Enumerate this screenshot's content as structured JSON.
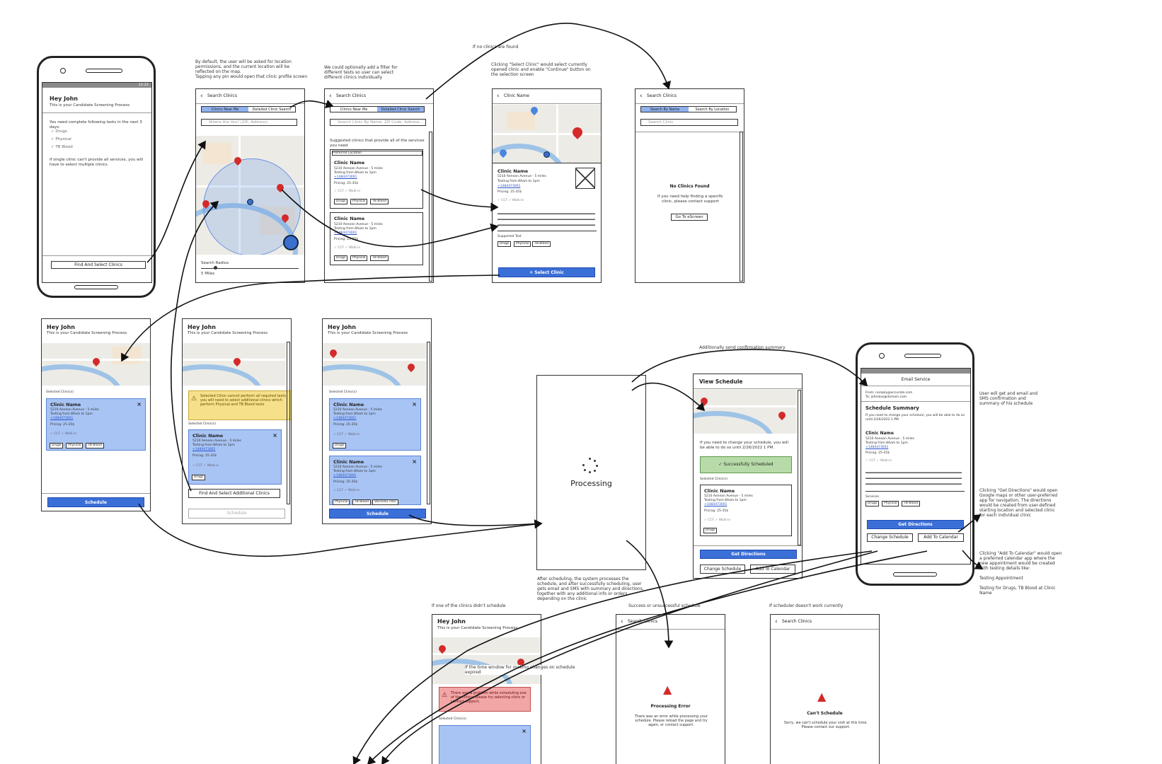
{
  "notes": {
    "location_perm": "By default, the user will be asked for location permissions, and the current location will be reflected on the map.\nTapping any pin would open that clinic profile screen",
    "filter": "We could optionally add a filter for different tests so user can select different clinics individually",
    "no_clinics": "If no clinics are found",
    "select_clinic": "Clicking \"Select Clinic\" would select currently opened clinic and enable \"Continue\" button on the selection screen",
    "confirmation": "Additionally send confirmation summary",
    "user_email": "User will get and email and SMS confirmation and summary of his schedule",
    "after_scheduling": "After scheduling, the system processes the schedule, and after successfully scheduling, user gets email and SMS with summary and directions, together with any additional info or orders depending on the clinic",
    "get_directions": "Clicking \"Get Directions\" would open Google maps or other user-preferred app for navigation. The directions would be created from user-defined starting location and selected clinic for each individual clinic",
    "add_calendar": "Clicking \"Add To Calendar\" would open a preferred calendar app where the new appointment would be created with testing details like:\n\nTesting Appointment\n\nTesting for Drugs, TB Blood at Clinic Name",
    "none_schedule": "If one of the clinics didn't schedule",
    "unsuccessful": "Success or unsuccessful schedule",
    "doesnt_work": "If scheduler doesn't work currently",
    "time_window": "If the time window for making changes on schedule expired"
  },
  "home": {
    "greeting": "Hey John",
    "subtitle": "This is your Candidate Screening Process",
    "intro": "You need complete following tests in the next 3 days:",
    "tests": [
      "Drugs",
      "Physical",
      "TB Blood"
    ],
    "multi_note": "If single clinic can't provide all services, you will have to select multiple clinics",
    "find_btn": "Find And Select Clinics",
    "status_time": "12:22"
  },
  "map_search": {
    "header": "Search Clinics",
    "tab_near": "Clinics Near Me",
    "tab_detailed": "Detailed Clinic Search",
    "placeholder": "Where Are You? (ZIP, Address)",
    "radius_label": "Search Radius",
    "radius_value": "5 Miles"
  },
  "detailed_search": {
    "header": "Search Clinics",
    "tab_near": "Clinics Near Me",
    "tab_detailed": "Detailed Clinic Search",
    "placeholder": "Search Clinic By Name, ZIP Code, Address...",
    "suggested": "Suggested clinics that provide all of the services you need",
    "preferred": "Preferred Location"
  },
  "clinic": {
    "name": "Clinic Name",
    "address": "5210 Aenean Avenue - 5 miles",
    "hours": "Testing from 8Aam to 1pm",
    "phone": "+1484473001",
    "pricing": "Pricing: 25-35$",
    "ccf": "CCF",
    "walkin": "Walk-in",
    "tags": [
      "Drugs",
      "Physical",
      "TB Blood"
    ],
    "tags3": [
      "Physical",
      "TB Blood",
      "Varicella Titer"
    ]
  },
  "clinic_profile": {
    "header": "Clinic Name",
    "supported": "Supported Test",
    "select_btn": "+ Select Clinic"
  },
  "no_clinics": {
    "header": "Search Clinics",
    "tab_name": "Search By Name",
    "tab_location": "Search By Location",
    "placeholder": "Search Clinic",
    "title": "No Clinics Found",
    "message": "If you need help finding a specific clinic, please contact support",
    "btn": "Go To eScreen"
  },
  "selected": {
    "greeting": "Hey John",
    "subtitle": "This is your Candidate Screening Process",
    "label": "Selected Clinic(s)",
    "schedule_btn": "Schedule",
    "warning": "Selected Clinic cannot perform all required tests you will need to select additional clinics which perform Physical and TB Blood tests",
    "additional_btn": "Find And Select Additional Clinics"
  },
  "processing": {
    "label": "Processing"
  },
  "view_schedule": {
    "title": "View Schedule",
    "message": "If you need to change your schedule, you will be able to do so until 2/26/2022 1 PM.",
    "success": "Successfully Scheduled",
    "label": "Selected Clinic(s)",
    "directions_btn": "Get Directions",
    "change_btn": "Change Schedule",
    "calendar_btn": "Add To Calendar"
  },
  "email": {
    "header": "Email Service",
    "from": "From: noreply@accurate.com",
    "to": "To: johndoe@domain.com",
    "title": "Schedule Summary",
    "message": "If you need to change your schedule, you will be able to do so until 2/26/2022 1 PM.",
    "services": "Services",
    "directions_btn": "Get Directions",
    "change_btn": "Change Schedule",
    "calendar_btn": "Add To Calendar"
  },
  "error_schedule": {
    "greeting": "Hey John",
    "subtitle": "This is your Candidate Screening Process",
    "error": "There was a problem while scheduling one of the clinics, please try selecting clinic or contact support.",
    "label": "Selected Clinic(s)"
  },
  "processing_error": {
    "header": "Search Clinics",
    "title": "Processing Error",
    "message": "There was an error while processing your schedule. Please reload the page and try again, or contact support."
  },
  "cant_schedule": {
    "header": "Search Clinics",
    "title": "Can't Schedule",
    "message": "Sorry, we can't schedule your visit at this time. Please contact our support."
  },
  "colors": {
    "accent": "#3b6fd8",
    "selected": "#a8c4f4",
    "warning": "#f6e08a",
    "error": "#f2a6a6",
    "success": "#b7dba8",
    "pin": "#d42a2a"
  }
}
